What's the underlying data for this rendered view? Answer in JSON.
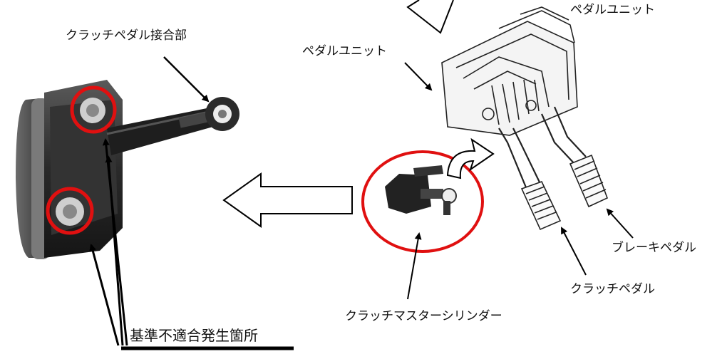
{
  "labels": {
    "clutch_pedal_joint": "クラッチペダル接合部",
    "pedal_unit_top": "ペダルユニット",
    "pedal_unit_left": "ペダルユニット",
    "brake_pedal": "ブレーキペダル",
    "clutch_pedal": "クラッチペダル",
    "clutch_master_cylinder": "クラッチマスターシリンダー",
    "nonconformity_location": "基準不適合発生箇所"
  },
  "colors": {
    "highlight_circle": "#e01010",
    "text": "#111111",
    "arrow_outline": "#000000",
    "arrow_fill": "#ffffff"
  }
}
